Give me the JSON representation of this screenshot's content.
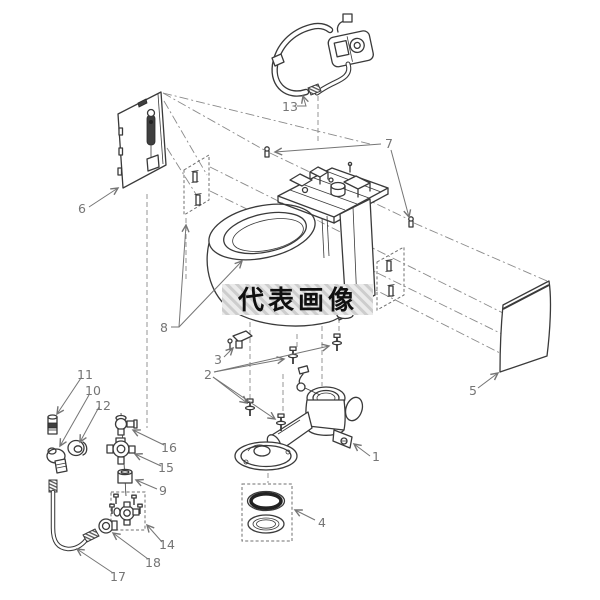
{
  "diagram": {
    "background_color": "#ffffff",
    "line_color": "#3a3a3a",
    "guide_line_color": "#8a8a8a",
    "callout_color": "#757575",
    "watermark": {
      "text": "代表画像",
      "text_color": "#101010",
      "stripe_color": "#cdcdcd"
    },
    "callouts": {
      "c1": "1",
      "c2": "2",
      "c3": "3",
      "c4": "4",
      "c5": "5",
      "c6": "6",
      "c7": "7",
      "c8": "8",
      "c9": "9",
      "c10": "10",
      "c11": "11",
      "c12": "12",
      "c13": "13",
      "c14": "14",
      "c15": "15",
      "c16": "16",
      "c17": "17",
      "c18": "18"
    }
  }
}
